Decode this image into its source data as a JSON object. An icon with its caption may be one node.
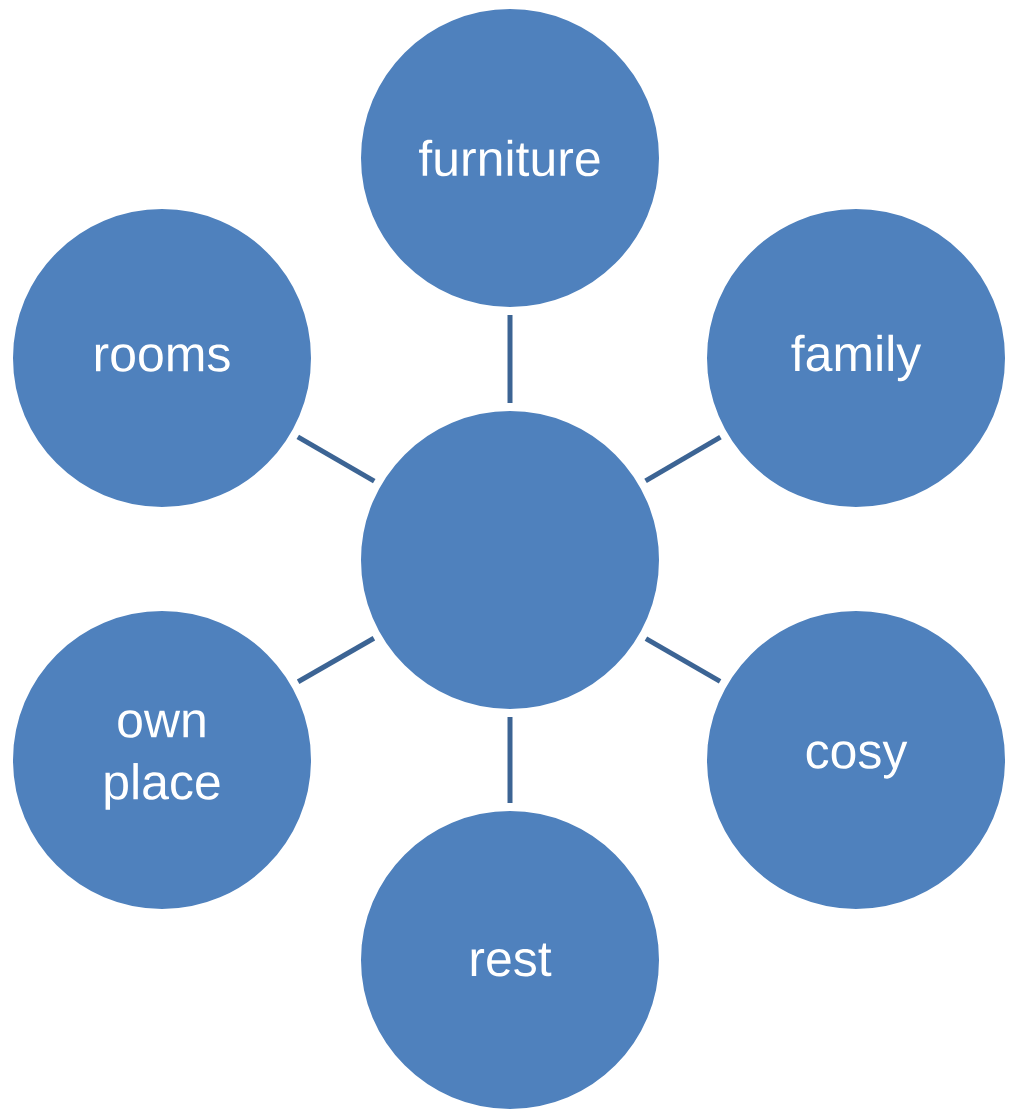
{
  "diagram": {
    "nodes": [
      {
        "text": [
          "furniture"
        ]
      },
      {
        "text": [
          "rooms"
        ]
      },
      {
        "text": [
          "family"
        ]
      },
      {
        "text": [],
        "shape": "circle"
      },
      {
        "text": [
          "own place"
        ]
      },
      {
        "text": [
          "cosy"
        ]
      },
      {
        "text": [
          "rest"
        ]
      }
    ],
    "edges": [
      {
        "from": 3,
        "to": 0,
        "arrow": "none"
      },
      {
        "from": 3,
        "to": 1,
        "arrow": "none"
      },
      {
        "from": 3,
        "to": 2,
        "arrow": "none"
      },
      {
        "from": 3,
        "to": 4,
        "arrow": "none"
      },
      {
        "from": 3,
        "to": 5,
        "arrow": "none"
      },
      {
        "from": 3,
        "to": 6,
        "arrow": "none"
      }
    ]
  }
}
